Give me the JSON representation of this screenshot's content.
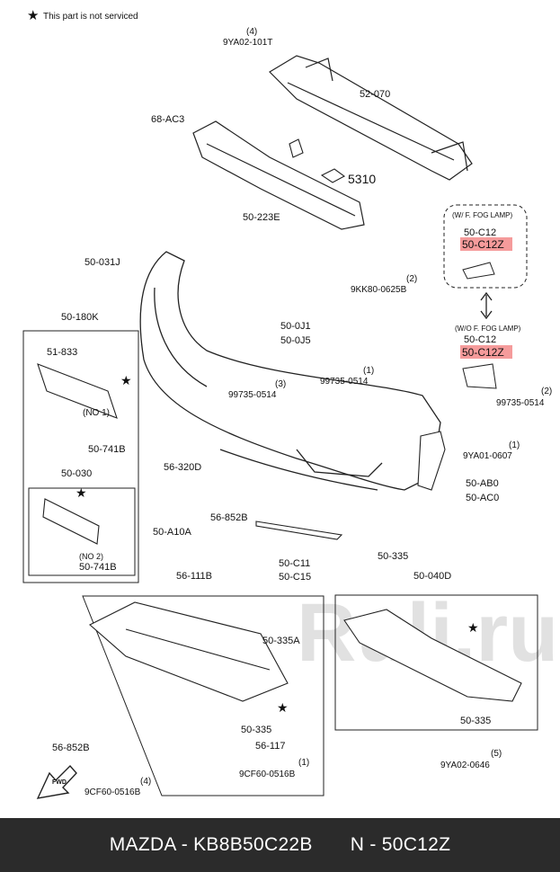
{
  "legend": {
    "star_symbol": "★",
    "note": "This part is not serviced"
  },
  "variants": {
    "with_fog": {
      "header": "(W/ F. FOG LAMP)",
      "code": "50-C12",
      "highlight": "50-C12Z"
    },
    "without_fog": {
      "header": "(W/O F. FOG LAMP)",
      "code": "50-C12",
      "highlight": "50-C12Z"
    }
  },
  "labels": [
    {
      "id": "l1",
      "text": "(4)"
    },
    {
      "id": "l2",
      "text": "9YA02-101T"
    },
    {
      "id": "l3",
      "text": "52-070"
    },
    {
      "id": "l4",
      "text": "68-AC3"
    },
    {
      "id": "l5",
      "text": "5310"
    },
    {
      "id": "l6",
      "text": "50-223E"
    },
    {
      "id": "l7",
      "text": "50-031J"
    },
    {
      "id": "l8",
      "text": "(2)"
    },
    {
      "id": "l9",
      "text": "9KK80-0625B"
    },
    {
      "id": "l10",
      "text": "50-180K"
    },
    {
      "id": "l11",
      "text": "50-0J1"
    },
    {
      "id": "l12",
      "text": "50-0J5"
    },
    {
      "id": "l13",
      "text": "51-833"
    },
    {
      "id": "l14",
      "text": "(3)"
    },
    {
      "id": "l15",
      "text": "99735-0514"
    },
    {
      "id": "l16",
      "text": "(1)"
    },
    {
      "id": "l17",
      "text": "99735-0514"
    },
    {
      "id": "l18",
      "text": "(2)"
    },
    {
      "id": "l19",
      "text": "99735-0514"
    },
    {
      "id": "l20",
      "text": "(NO 1)"
    },
    {
      "id": "l21",
      "text": "50-741B"
    },
    {
      "id": "l22",
      "text": "(1)"
    },
    {
      "id": "l23",
      "text": "9YA01-0607"
    },
    {
      "id": "l24",
      "text": "50-030"
    },
    {
      "id": "l25",
      "text": "56-320D"
    },
    {
      "id": "l26",
      "text": "50-AB0"
    },
    {
      "id": "l27",
      "text": "50-AC0"
    },
    {
      "id": "l28",
      "text": "56-852B"
    },
    {
      "id": "l29",
      "text": "50-A10A"
    },
    {
      "id": "l30",
      "text": "(NO 2)"
    },
    {
      "id": "l31",
      "text": "50-741B"
    },
    {
      "id": "l32",
      "text": "50-335"
    },
    {
      "id": "l33",
      "text": "50-C11"
    },
    {
      "id": "l34",
      "text": "50-C15"
    },
    {
      "id": "l35",
      "text": "56-111B"
    },
    {
      "id": "l36",
      "text": "50-040D"
    },
    {
      "id": "l37",
      "text": "50-335A"
    },
    {
      "id": "l38",
      "text": "50-335"
    },
    {
      "id": "l39",
      "text": "56-117"
    },
    {
      "id": "l40",
      "text": "56-852B"
    },
    {
      "id": "l41",
      "text": "(1)"
    },
    {
      "id": "l42",
      "text": "9CF60-0516B"
    },
    {
      "id": "l43",
      "text": "(4)"
    },
    {
      "id": "l44",
      "text": "9CF60-0516B"
    },
    {
      "id": "l45",
      "text": "50-335"
    },
    {
      "id": "l46",
      "text": "(5)"
    },
    {
      "id": "l47",
      "text": "9YA02-0646"
    }
  ],
  "arrow_label": "FWD",
  "watermark": "Ruli.ru",
  "footer": {
    "left": "MAZDA - KB8B50C22B",
    "right": "N - 50C12Z"
  },
  "colors": {
    "highlight_bg": "#f59b9b",
    "line": "#222222",
    "footer_bg": "#2b2b2b"
  }
}
